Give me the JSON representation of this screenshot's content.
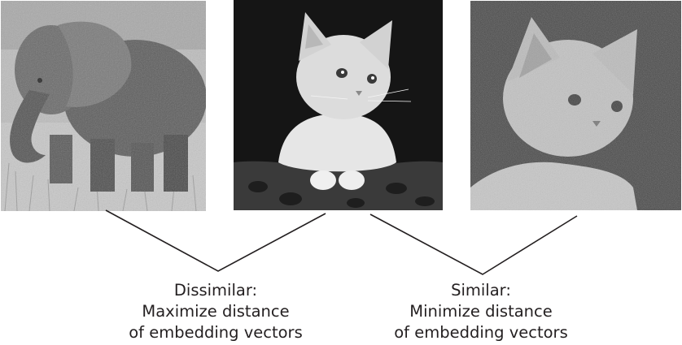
{
  "images": [
    {
      "name": "elephant-photo",
      "subject": "elephant"
    },
    {
      "name": "kitten-photo",
      "subject": "kitten"
    },
    {
      "name": "noisy-kitten-photo",
      "subject": "kitten with noise"
    }
  ],
  "captions": {
    "dissimilar": {
      "line1": "Dissimilar:",
      "line2": "Maximize distance",
      "line3": "of embedding vectors"
    },
    "similar": {
      "line1": "Similar:",
      "line2": "Minimize distance",
      "line3": "of embedding vectors"
    }
  },
  "colors": {
    "line": "#231f20",
    "text": "#231f20"
  }
}
